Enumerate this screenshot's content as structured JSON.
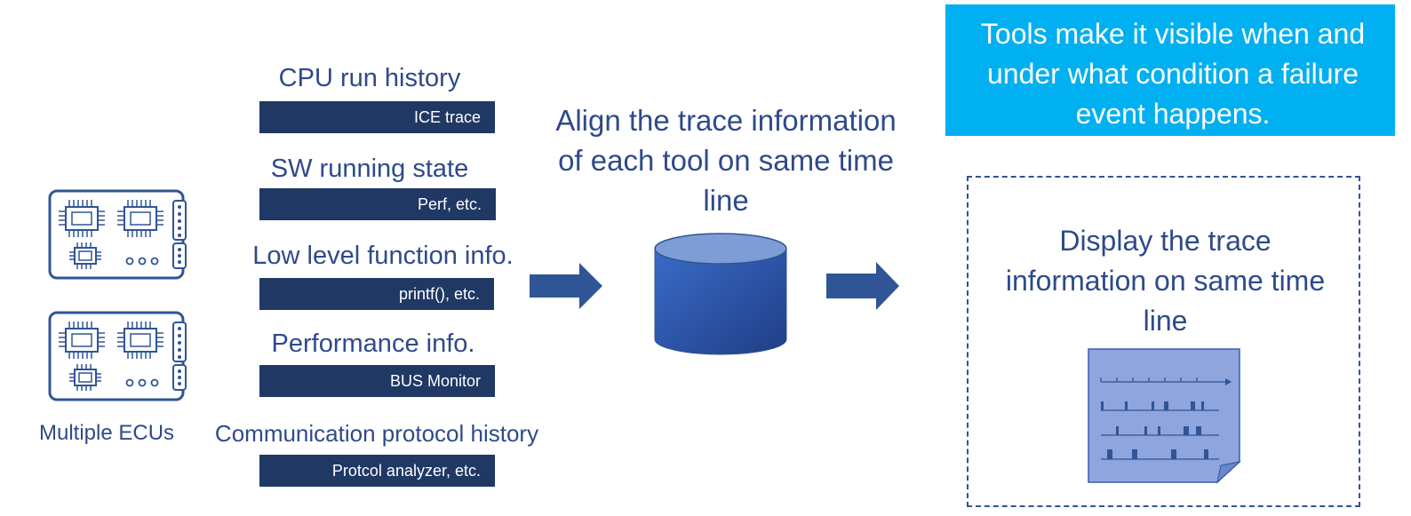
{
  "ecus": {
    "label": "Multiple ECUs",
    "icon": "ecu-board-icon"
  },
  "categories": [
    {
      "title": "CPU run history",
      "tool": "ICE trace"
    },
    {
      "title": "SW running state",
      "tool": "Perf, etc."
    },
    {
      "title": "Low level function info.",
      "tool": "printf(), etc."
    },
    {
      "title": "Performance info.",
      "tool": "BUS Monitor"
    },
    {
      "title": "Communication protocol history",
      "tool": "Protcol analyzer, etc."
    }
  ],
  "align_text": "Align the trace information of each tool on same time line",
  "callout_text": "Tools make it visible when and under what condition a failure event happens.",
  "display_text": "Display the trace information on same time line",
  "icons": {
    "arrow": "right-arrow-icon",
    "database": "database-cylinder-icon",
    "timeline_doc": "timeline-document-icon"
  },
  "colors": {
    "navy_text": "#2F4A8A",
    "tool_bar": "#1F3864",
    "arrow": "#2F5597",
    "callout_bg": "#00B0F0",
    "database": "#2F5CB0"
  }
}
